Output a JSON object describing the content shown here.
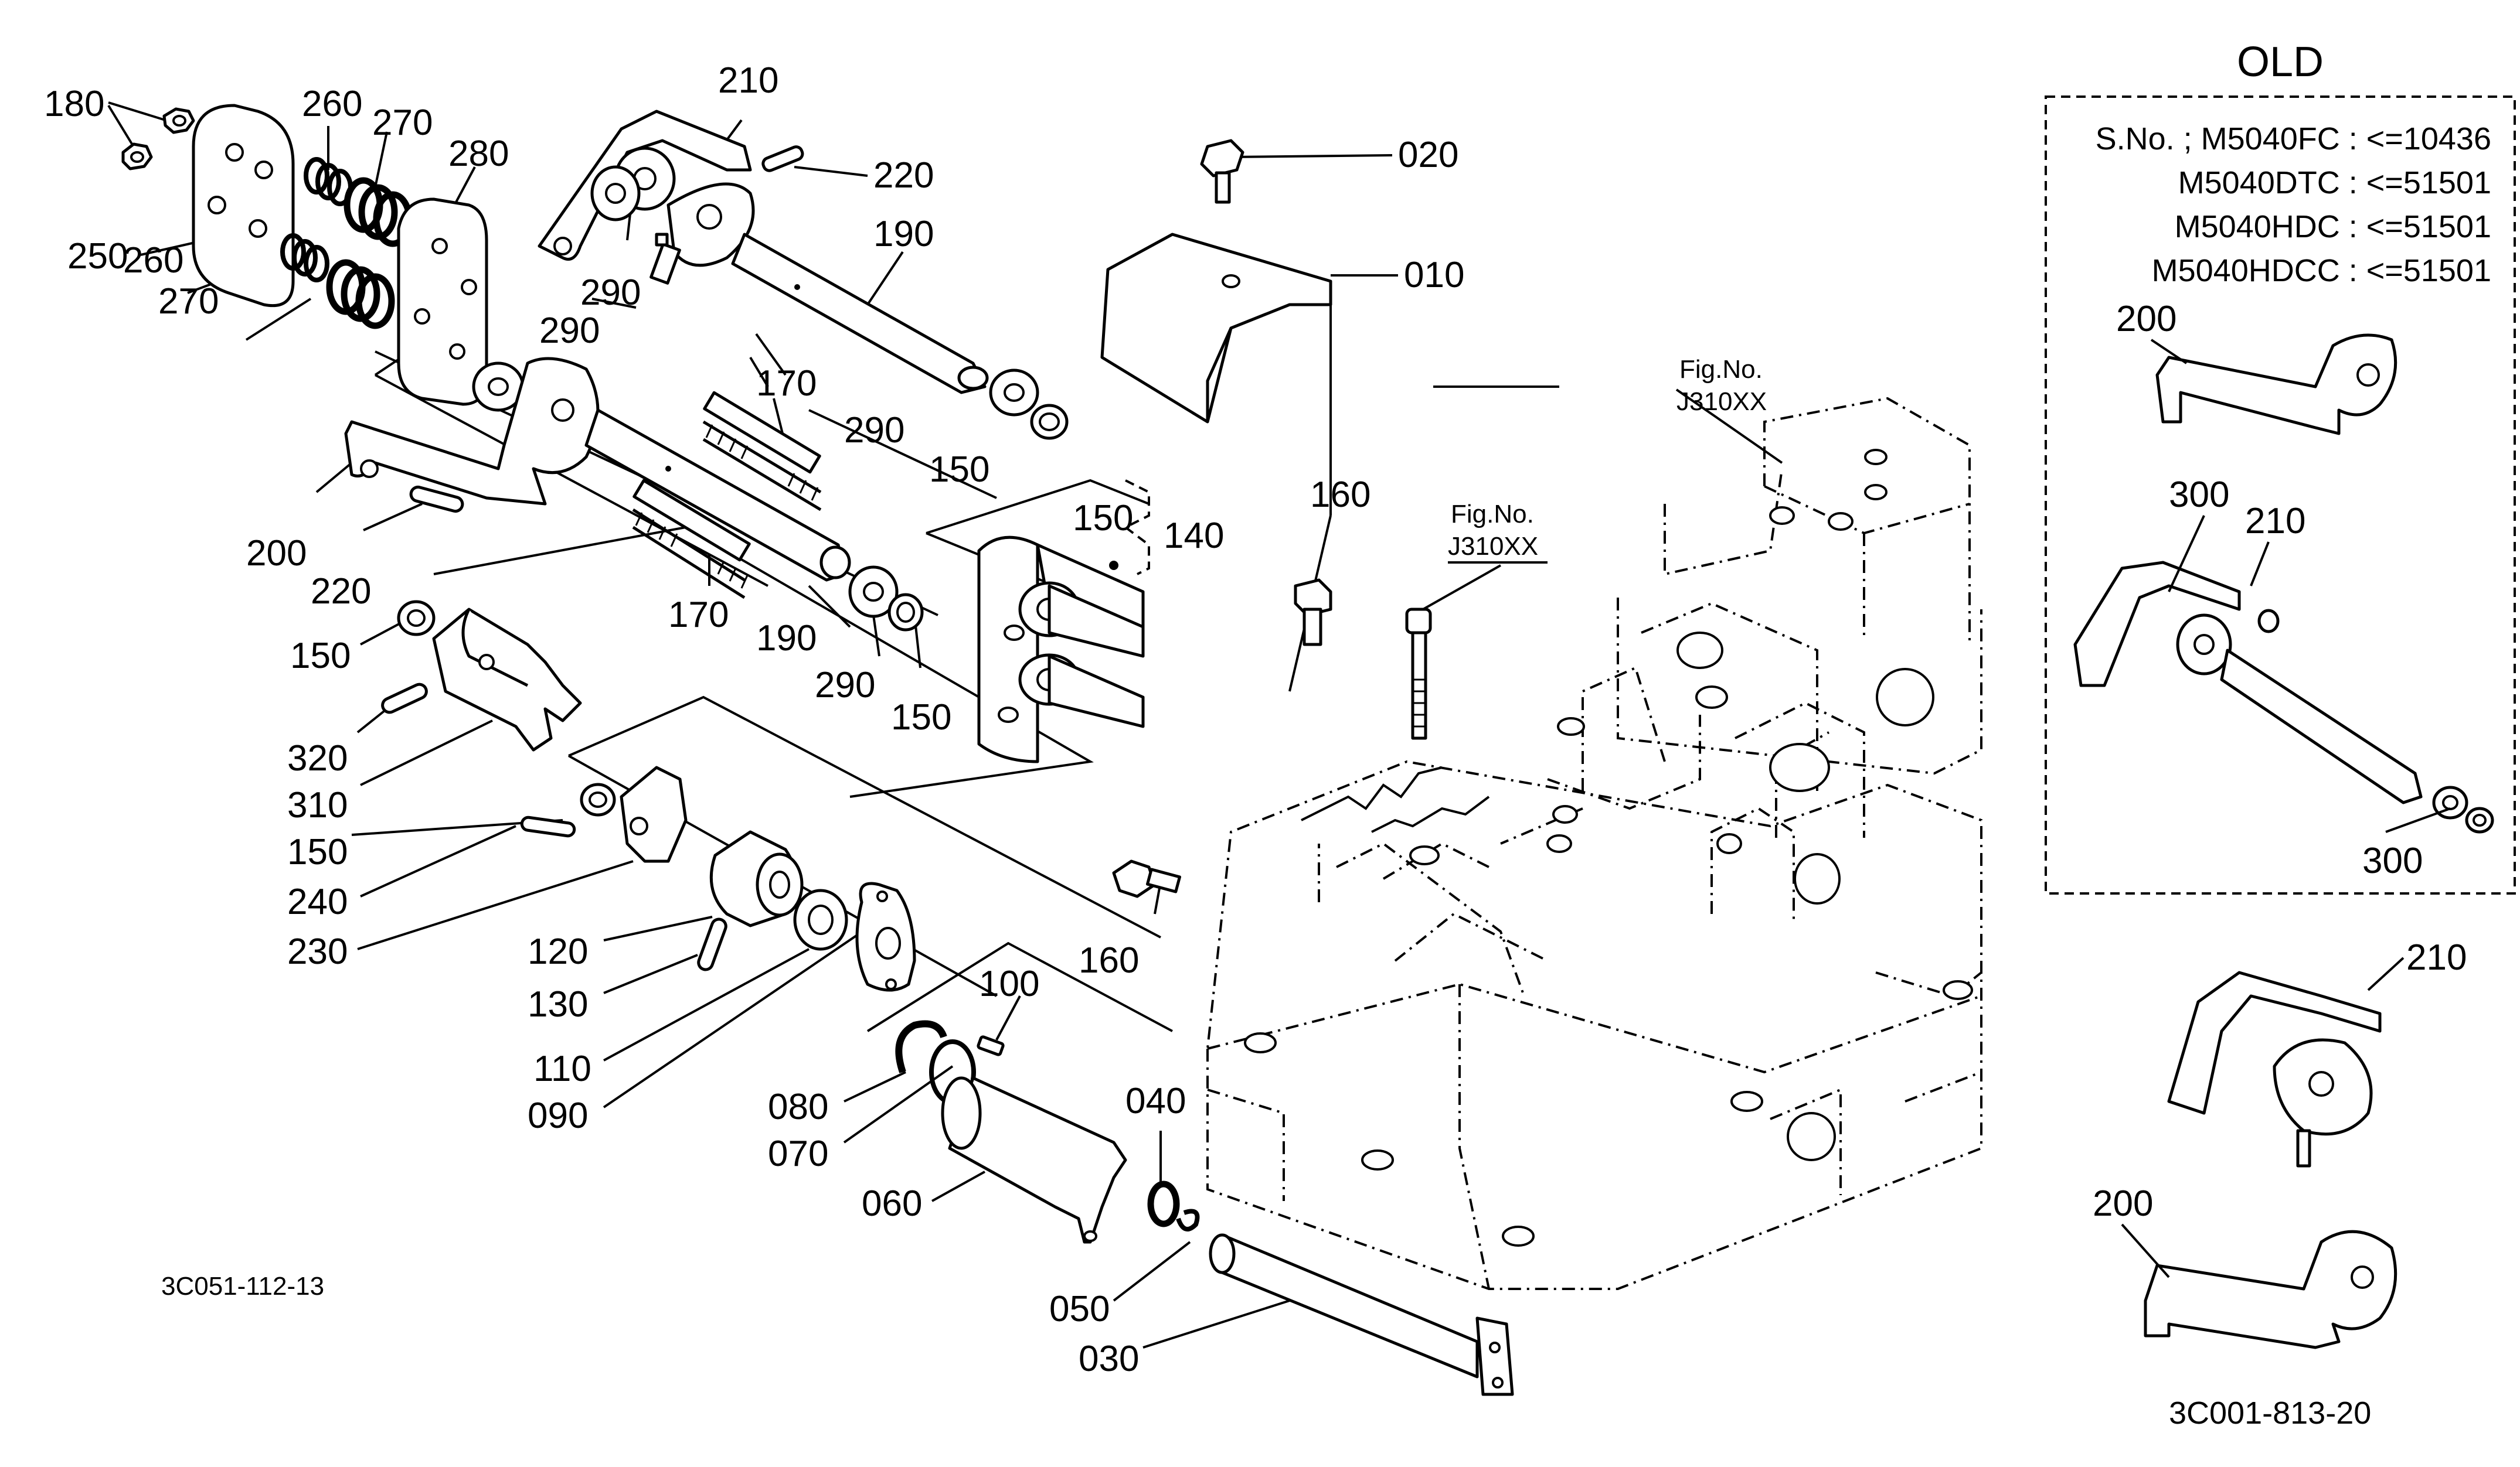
{
  "callouts": [
    {
      "id": "180",
      "text": "180"
    },
    {
      "id": "260a",
      "text": "260"
    },
    {
      "id": "270a",
      "text": "270"
    },
    {
      "id": "210",
      "text": "210"
    },
    {
      "id": "280",
      "text": "280"
    },
    {
      "id": "220a",
      "text": "220"
    },
    {
      "id": "020",
      "text": "020"
    },
    {
      "id": "190a",
      "text": "190"
    },
    {
      "id": "010",
      "text": "010"
    },
    {
      "id": "250",
      "text": "250"
    },
    {
      "id": "260b",
      "text": "260"
    },
    {
      "id": "290a",
      "text": "290"
    },
    {
      "id": "270b",
      "text": "270"
    },
    {
      "id": "290b",
      "text": "290"
    },
    {
      "id": "170a",
      "text": "170"
    },
    {
      "id": "290c",
      "text": "290"
    },
    {
      "id": "150a",
      "text": "150"
    },
    {
      "id": "150b",
      "text": "150"
    },
    {
      "id": "140",
      "text": "140"
    },
    {
      "id": "160a",
      "text": "160"
    },
    {
      "id": "200",
      "text": "200"
    },
    {
      "id": "220b",
      "text": "220"
    },
    {
      "id": "170b",
      "text": "170"
    },
    {
      "id": "190b",
      "text": "190"
    },
    {
      "id": "290d",
      "text": "290"
    },
    {
      "id": "150c",
      "text": "150"
    },
    {
      "id": "150d",
      "text": "150"
    },
    {
      "id": "320",
      "text": "320"
    },
    {
      "id": "310",
      "text": "310"
    },
    {
      "id": "150e",
      "text": "150"
    },
    {
      "id": "240",
      "text": "240"
    },
    {
      "id": "230",
      "text": "230"
    },
    {
      "id": "120",
      "text": "120"
    },
    {
      "id": "130",
      "text": "130"
    },
    {
      "id": "160b",
      "text": "160"
    },
    {
      "id": "100",
      "text": "100"
    },
    {
      "id": "110",
      "text": "110"
    },
    {
      "id": "090",
      "text": "090"
    },
    {
      "id": "080",
      "text": "080"
    },
    {
      "id": "040",
      "text": "040"
    },
    {
      "id": "070",
      "text": "070"
    },
    {
      "id": "060",
      "text": "060"
    },
    {
      "id": "050",
      "text": "050"
    },
    {
      "id": "030",
      "text": "030"
    }
  ],
  "figure_refs": [
    {
      "line1": "Fig.No.",
      "line2": "J310XX"
    },
    {
      "line1": "Fig.No.",
      "line2": "J310XX"
    }
  ],
  "old_box": {
    "title": "OLD",
    "serials": [
      "S.No. ; M5040FC : <=10436",
      "M5040DTC : <=51501",
      "M5040HDC : <=51501",
      "M5040HDCC : <=51501"
    ],
    "callouts": [
      "200",
      "300",
      "210",
      "300"
    ]
  },
  "side_callouts": [
    "210",
    "200"
  ],
  "codes": {
    "left": "3C051-112-13",
    "right": "3C001-813-20"
  }
}
